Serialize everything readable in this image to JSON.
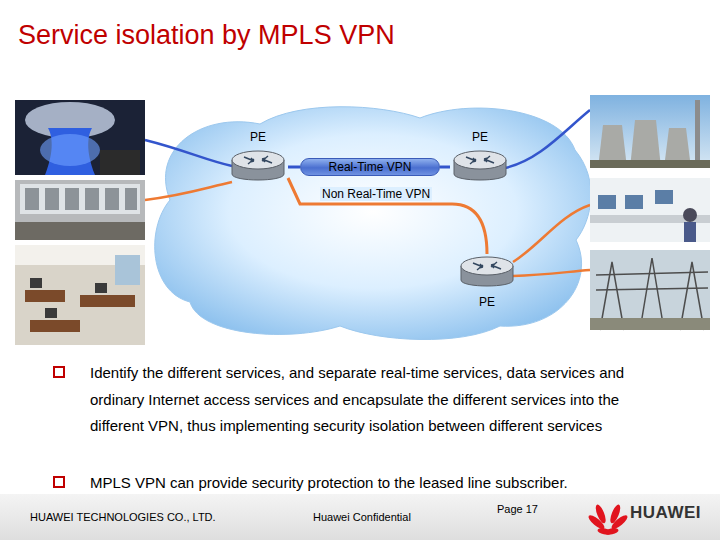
{
  "diagram": {
    "title": "Service isolation by MPLS VPN",
    "nodes": [
      {
        "text": [
          "PE"
        ]
      },
      {
        "text": [
          "PE"
        ]
      },
      {
        "text": [
          "Real-Time VPN"
        ]
      },
      {
        "text": [
          "PE"
        ]
      }
    ],
    "edges": [
      {
        "from": 0,
        "to": 2,
        "arrow": "none"
      },
      {
        "from": 2,
        "to": 1,
        "arrow": "none"
      },
      {
        "from": 0,
        "to": 3,
        "label": "Non Real-Time VPN",
        "arrow": "none"
      }
    ],
    "labels": [
      "Identify the different services, and separate real-time services, data services and ordinary Internet access services and encapsulate the different services into the different VPN, thus implementing security isolation between different services",
      "MPLS VPN can provide security protection to the leased line subscriber.",
      "HUAWEI TECHNOLOGIES CO., LTD.",
      "Huawei Confidential",
      "Page 17",
      "HUAWEI"
    ]
  }
}
